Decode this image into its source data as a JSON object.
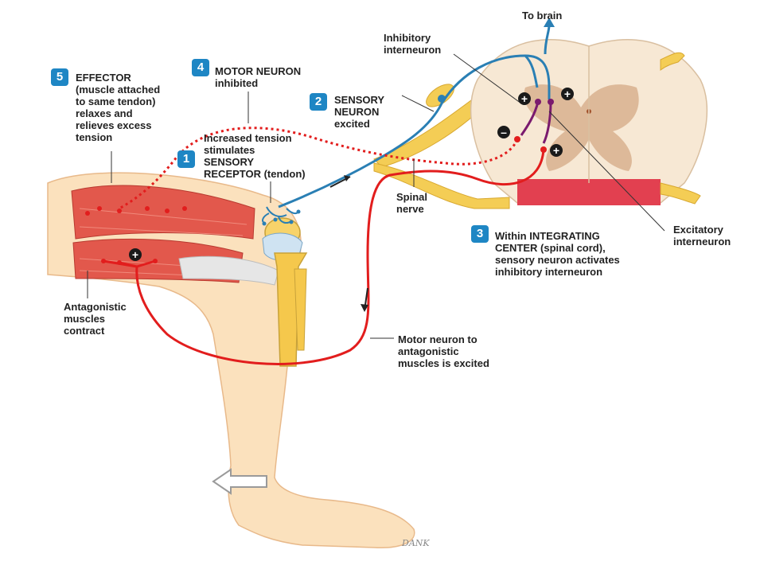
{
  "steps": {
    "step1": {
      "number": "1",
      "text": "Increased tension\nstimulates\nSENSORY\nRECEPTOR (tendon)"
    },
    "step2": {
      "number": "2",
      "text": "SENSORY\nNEURON\nexcited"
    },
    "step3": {
      "number": "3",
      "text": "Within INTEGRATING\nCENTER (spinal cord),\nsensory neuron activates\ninhibitory interneuron"
    },
    "step4": {
      "number": "4",
      "text": "MOTOR NEURON\ninhibited"
    },
    "step5": {
      "number": "5",
      "text": "EFFECTOR\n(muscle attached\nto same tendon)\nrelaxes and\nrelieves excess\ntension"
    }
  },
  "labels": {
    "to_brain": "To brain",
    "inhibitory_interneuron": "Inhibitory\ninterneuron",
    "excitatory_interneuron": "Excitatory\ninterneuron",
    "spinal_nerve": "Spinal\nnerve",
    "antagonistic_muscles": "Antagonistic\nmuscles\ncontract",
    "motor_neuron_antagonistic": "Motor neuron to\nantagonistic\nmuscles is excited"
  },
  "synapse_signs": {
    "plus": "+",
    "minus": "–"
  },
  "artist_signature": "DANK",
  "colors": {
    "sensory_neuron": "#2a7fb4",
    "motor_neuron": "#e21d1d",
    "interneuron": "#7a1a6e",
    "muscle": "#e2584c",
    "bone": "#f5c84c",
    "skin": "#fbe1bd",
    "step_badge": "#1e86c4"
  }
}
